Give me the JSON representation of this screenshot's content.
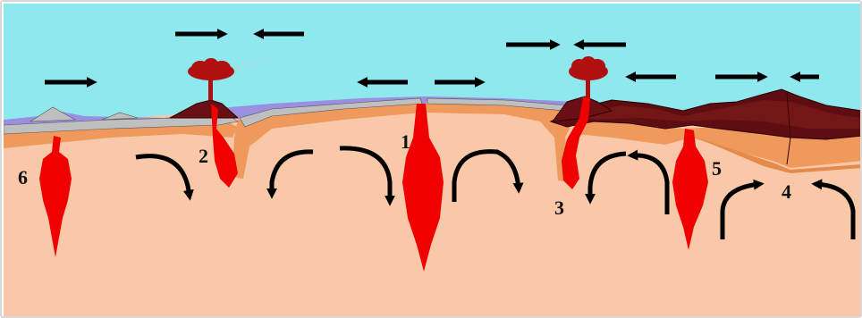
{
  "diagram": {
    "labels": [
      {
        "id": "1",
        "text": "1"
      },
      {
        "id": "2",
        "text": "2"
      },
      {
        "id": "3",
        "text": "3"
      },
      {
        "id": "4",
        "text": "4"
      },
      {
        "id": "5",
        "text": "5"
      },
      {
        "id": "6",
        "text": "6"
      }
    ],
    "colors": {
      "sky": "#8ee8ee",
      "mantle": "#f9c8a8",
      "lithosphere": "#ef9a5c",
      "ocean_strip": "#9a8fe0",
      "oceanic_crust": "#bfbfbf",
      "continental_crust": "#5e0e12",
      "magma": "#f00000",
      "arrow": "#000000"
    },
    "icons": [
      "volcano-plume-icon",
      "plate-motion-arrow-icon",
      "convection-arrow-icon",
      "magma-plume-icon"
    ]
  }
}
